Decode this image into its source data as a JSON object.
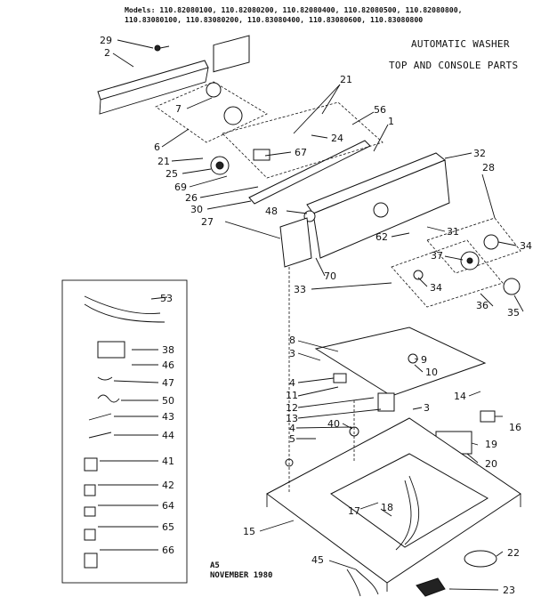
{
  "header": {
    "models": "Models: 110.82080100, 110.82080200, 110.82080400, 110.82080500, 110.82080800, 110.83080100, 110.83080200, 110.83080400, 110.83080600, 110.83080800",
    "title_line1": "AUTOMATIC WASHER",
    "title_line2": "TOP AND CONSOLE PARTS"
  },
  "footer": {
    "code": "A5",
    "date": "NOVEMBER 1980"
  },
  "callouts": [
    "29",
    "2",
    "7",
    "21",
    "56",
    "1",
    "6",
    "24",
    "67",
    "21",
    "25",
    "69",
    "26",
    "30",
    "48",
    "32",
    "28",
    "27",
    "62",
    "31",
    "34",
    "37",
    "70",
    "33",
    "34",
    "36",
    "35",
    "53",
    "38",
    "46",
    "47",
    "50",
    "43",
    "44",
    "41",
    "42",
    "64",
    "65",
    "66",
    "8",
    "3",
    "9",
    "10",
    "4",
    "11",
    "12",
    "13",
    "3",
    "14",
    "4",
    "40",
    "5",
    "16",
    "19",
    "20",
    "17",
    "18",
    "15",
    "22",
    "45",
    "23"
  ]
}
